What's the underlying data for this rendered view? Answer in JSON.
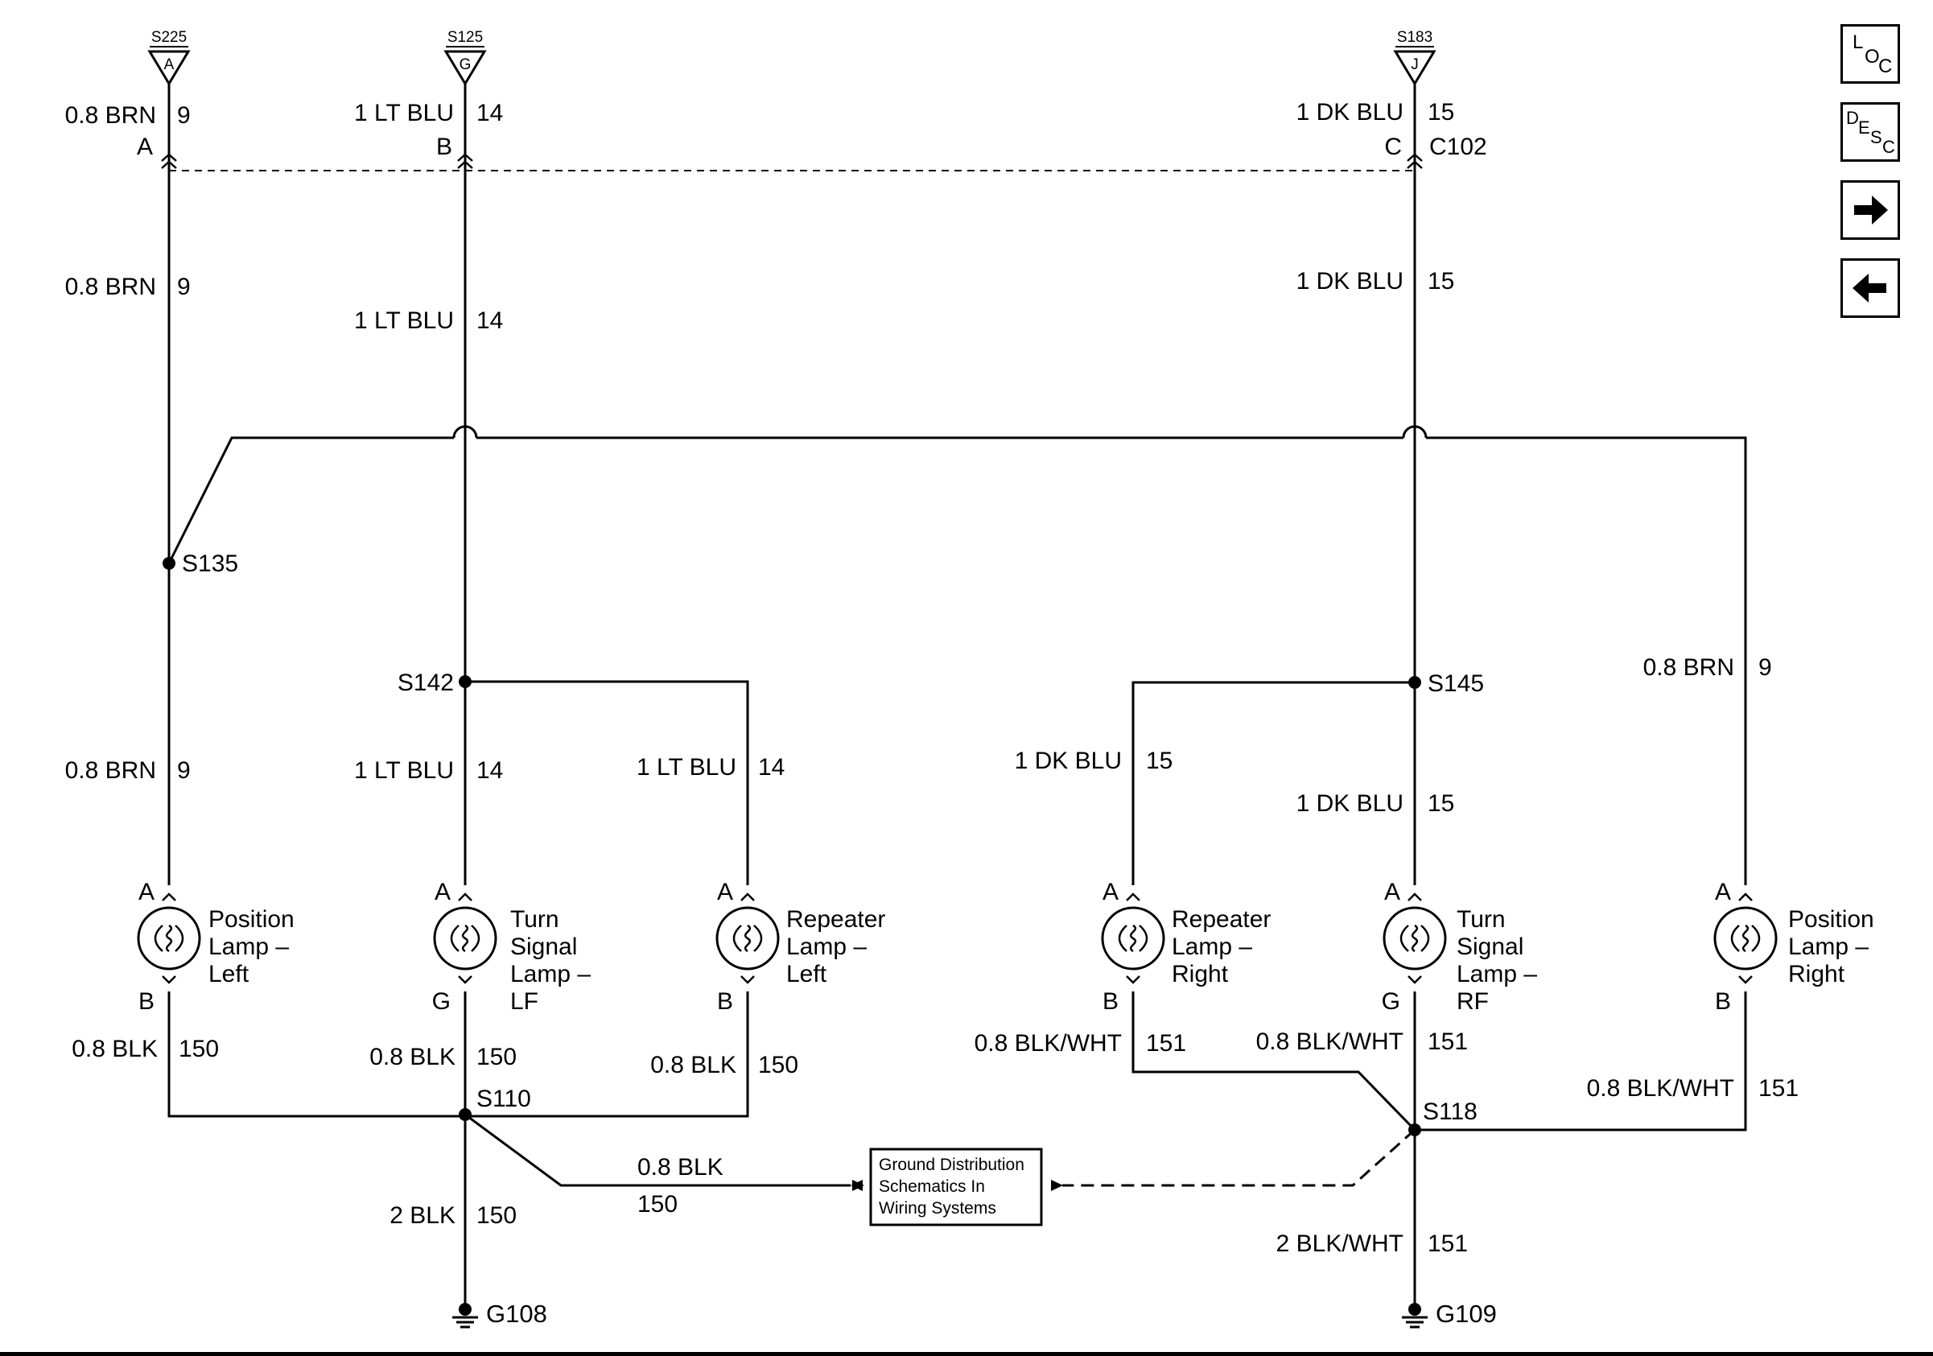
{
  "feeds": [
    {
      "splice": "S225",
      "pin": "A"
    },
    {
      "splice": "S125",
      "pin": "G"
    },
    {
      "splice": "S183",
      "pin": "J"
    }
  ],
  "connector": {
    "id": "C102",
    "pins": [
      "A",
      "B",
      "C"
    ]
  },
  "wires": {
    "brn": {
      "gauge_color": "0.8 BRN",
      "circuit": "9"
    },
    "lt_blu": {
      "gauge_color": "1 LT BLU",
      "circuit": "14"
    },
    "dk_blu": {
      "gauge_color": "1 DK BLU",
      "circuit": "15"
    },
    "blk_08": {
      "gauge_color": "0.8 BLK",
      "circuit": "150"
    },
    "blk_2": {
      "gauge_color": "2 BLK",
      "circuit": "150"
    },
    "blkwht_08": {
      "gauge_color": "0.8 BLK/WHT",
      "circuit": "151"
    },
    "blkwht_2": {
      "gauge_color": "2 BLK/WHT",
      "circuit": "151"
    }
  },
  "splices": {
    "s135": "S135",
    "s142": "S142",
    "s145": "S145",
    "s110": "S110",
    "s118": "S118"
  },
  "grounds": {
    "g108": "G108",
    "g109": "G109"
  },
  "lamps": [
    {
      "lines": [
        "Position",
        "Lamp –",
        "Left"
      ],
      "pin_in": "A",
      "pin_out": "B"
    },
    {
      "lines": [
        "Turn",
        "Signal",
        "Lamp –",
        "LF"
      ],
      "pin_in": "A",
      "pin_out": "G"
    },
    {
      "lines": [
        "Repeater",
        "Lamp –",
        "Left"
      ],
      "pin_in": "A",
      "pin_out": "B"
    },
    {
      "lines": [
        "Repeater",
        "Lamp –",
        "Right"
      ],
      "pin_in": "A",
      "pin_out": "B"
    },
    {
      "lines": [
        "Turn",
        "Signal",
        "Lamp –",
        "RF"
      ],
      "pin_in": "A",
      "pin_out": "G"
    },
    {
      "lines": [
        "Position",
        "Lamp –",
        "Right"
      ],
      "pin_in": "A",
      "pin_out": "B"
    }
  ],
  "ground_box": [
    "Ground Distribution",
    "Schematics In",
    "Wiring Systems"
  ],
  "nav": {
    "loc": [
      "L",
      "O",
      "C"
    ],
    "desc": [
      "D",
      "E",
      "S",
      "C"
    ],
    "next_icon": "arrow-right-icon",
    "prev_icon": "arrow-left-icon"
  }
}
